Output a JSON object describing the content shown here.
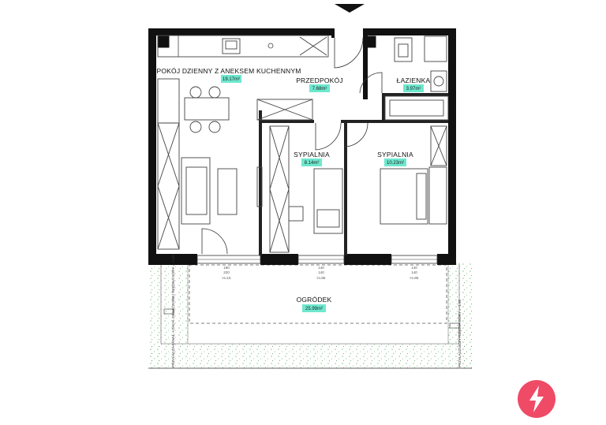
{
  "rooms": {
    "living": {
      "name": "POKÓJ DZIENNY  Z ANEKSEM KUCHENNYM",
      "area": "19.17m²"
    },
    "hall": {
      "name": "PRZEDPOKÓJ",
      "area": "7.68m²"
    },
    "bath": {
      "name": "ŁAZIENKA",
      "area": "3.97m²"
    },
    "bed1": {
      "name": "SYPIALNIA",
      "area": "8.14m²"
    },
    "bed2": {
      "name": "SYPIALNIA",
      "area": "10.23m²"
    },
    "garden": {
      "name": "OGRÓDEK",
      "area": "25.99m²"
    }
  },
  "dimensions": {
    "d1a": "180",
    "d1b": "220",
    "h1": "H=10",
    "d2a": "140",
    "d2b": "140",
    "h2": "H=85",
    "d3a": "140",
    "d3b": "140",
    "h3": "H=85"
  },
  "side_notes": {
    "left": "PRZYŁĄCZA KANAŁ. I DACH. DESZCZOWEJ   RZĘDNA GÓRY = -0.60",
    "right": "PRZYŁĄCZNICZY   RZĘDNA GÓRY = -1.95"
  },
  "colors": {
    "area_tag": "#6ee8cf",
    "logo": "#ef4a66",
    "wall": "#111111",
    "garden_dots": "#4caf50"
  },
  "icons": {
    "entrance": "entrance-arrow-icon",
    "logo": "lightning-logo-icon"
  }
}
